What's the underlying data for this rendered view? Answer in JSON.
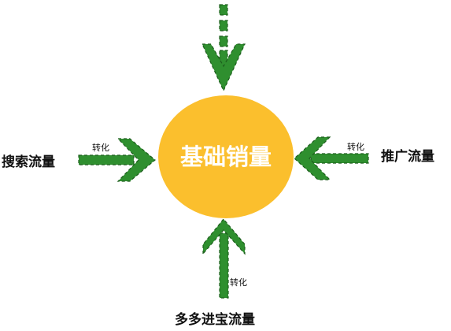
{
  "diagram": {
    "center": {
      "label": "基础销量",
      "color": "#fbbf2d",
      "text_color": "#ffffff"
    },
    "arrow_color": "#2f8f2f",
    "sources": {
      "left": {
        "label": "搜索流量",
        "edge_label": "转化"
      },
      "right": {
        "label": "推广流量",
        "edge_label": "转化"
      },
      "bottom": {
        "label": "多多进宝流量",
        "edge_label": "转化"
      },
      "top": {
        "label": "",
        "edge_label": ""
      }
    }
  }
}
